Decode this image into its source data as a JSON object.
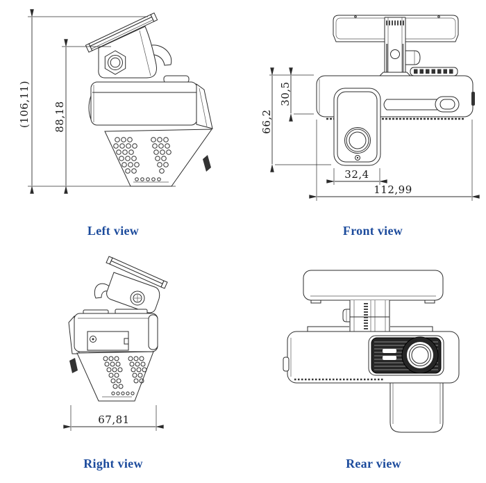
{
  "colors": {
    "label_blue": "#1c4b9c",
    "line": "#2b2b2b",
    "dimension_text": "#1a1a1a",
    "grille_fill": "#262626"
  },
  "views": {
    "left": {
      "label": "Left view",
      "dims": {
        "overall_height": "(106,11)",
        "upper_height": "88,18"
      }
    },
    "front": {
      "label": "Front view",
      "dims": {
        "overall_height": "66,2",
        "body_height": "30,5",
        "lens_pod_width": "32,4",
        "overall_width": "112,99"
      }
    },
    "right": {
      "label": "Right view",
      "dims": {
        "overall_depth": "67,81"
      }
    },
    "rear": {
      "label": "Rear view"
    }
  }
}
